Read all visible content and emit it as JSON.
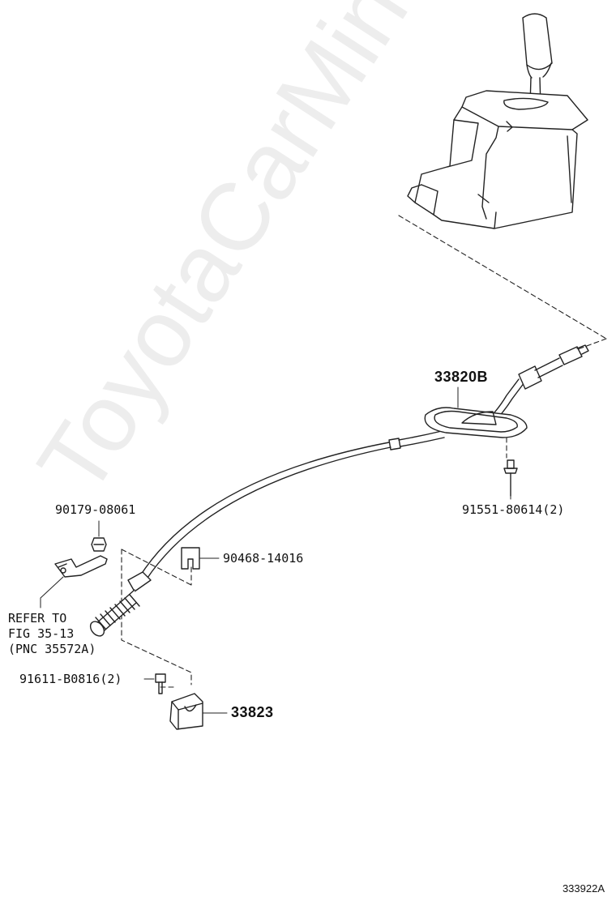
{
  "parts": {
    "shift_lever_cable": "33820B",
    "screw_91551": "91551-80614(2)",
    "nut_90179": "90179-08061",
    "clip_90468": "90468-14016",
    "bolt_91611": "91611-B0816(2)",
    "bracket_33823": "33823"
  },
  "reference": {
    "line1": "REFER TO",
    "line2": "FIG 35-13",
    "line3": "(PNC 35572A)"
  },
  "figure_number": "333922A",
  "watermark": "ToyotaCarMine.ru",
  "colors": {
    "line": "#222222",
    "watermark": "#d9d9d9"
  }
}
